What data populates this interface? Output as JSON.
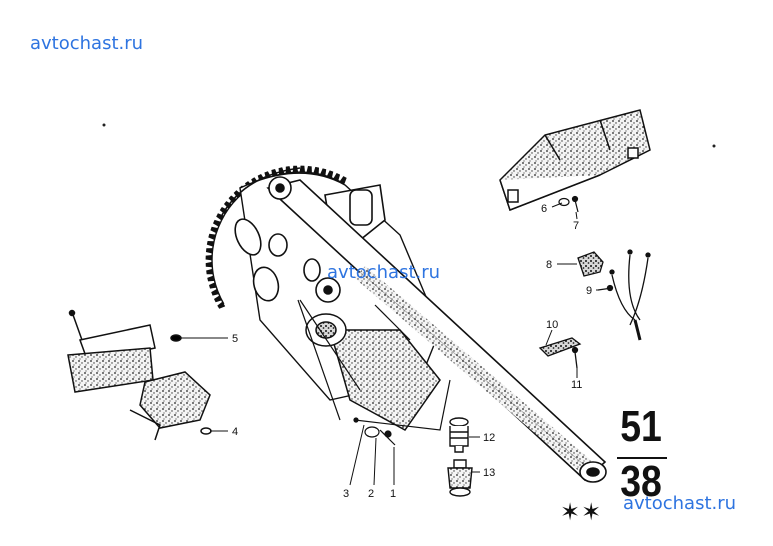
{
  "watermarks": {
    "top": "avtochast.ru",
    "middle": "avtochast.ru",
    "bottom": "avtochast.ru"
  },
  "group_number": {
    "top": "51",
    "bottom": "38"
  },
  "stars": "✶✶",
  "callouts": {
    "c1": "1",
    "c2": "2",
    "c3": "3",
    "c4": "4",
    "c5": "5",
    "c6": "6",
    "c7": "7",
    "c8": "8",
    "c9": "9",
    "c10": "10",
    "c11": "11",
    "c12": "12",
    "c13": "13"
  }
}
